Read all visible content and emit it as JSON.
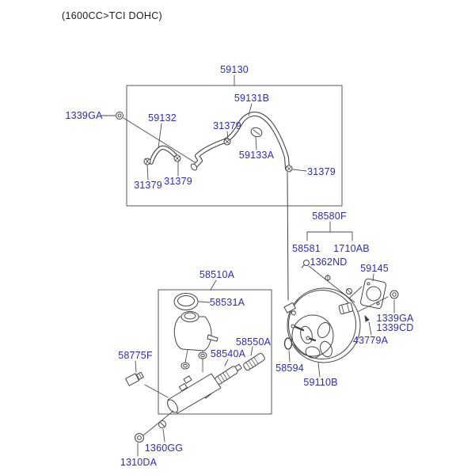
{
  "title": "(1600CC>TCI DOHC)",
  "colors": {
    "label_blue": "#2c2cb4",
    "line_dark": "#444444",
    "leader_gray": "#4a4a4a",
    "background": "#ffffff"
  },
  "parts": {
    "hose_assy": "59130",
    "hose_main": "59131B",
    "nut_left": "1339GA",
    "hose_branch": "59132",
    "clamp_top": "31379",
    "clamp_left": "31379",
    "clamp_mid": "31379",
    "clamp_right": "31379",
    "clip_hose": "59133A",
    "bracket": "58580F",
    "clip_58581": "58581",
    "bolt_1710ab": "1710AB",
    "clip_1362nd": "1362ND",
    "gasket": "59145",
    "mc_assy": "58510A",
    "res_cap": "58531A",
    "nut_right_a": "1339GA",
    "nut_right_b": "1339CD",
    "pin": "43779A",
    "piston_secondary": "58550A",
    "sensor": "58775F",
    "piston_primary": "58540A",
    "oring": "58594",
    "booster": "59110B",
    "washer_spring": "1360GG",
    "washer_plain": "1310DA"
  }
}
